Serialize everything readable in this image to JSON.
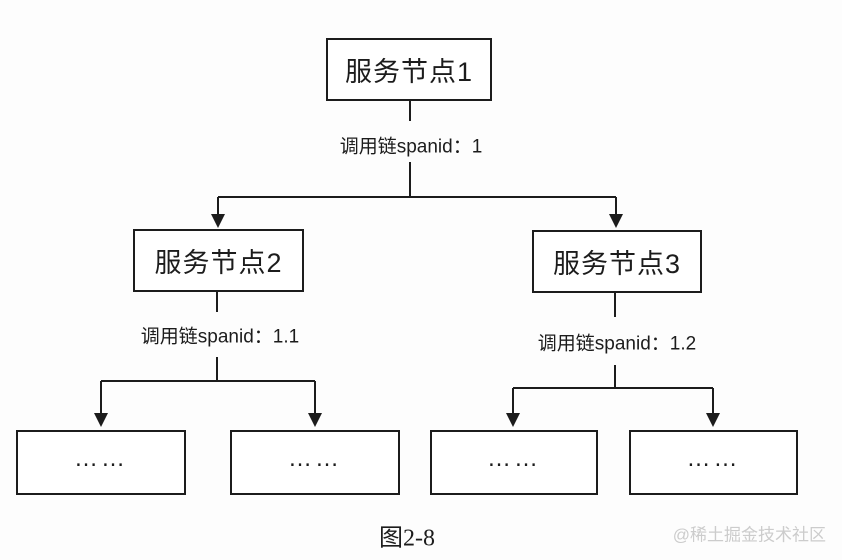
{
  "diagram": {
    "caption": "图2-8",
    "watermark": "@稀土掘金技术社区",
    "nodes": [
      {
        "id": "service-node-1",
        "label": "服务节点1"
      },
      {
        "id": "service-node-2",
        "label": "服务节点2"
      },
      {
        "id": "service-node-3",
        "label": "服务节点3"
      },
      {
        "id": "leaf-1",
        "label": "……"
      },
      {
        "id": "leaf-2",
        "label": "……"
      },
      {
        "id": "leaf-3",
        "label": "……"
      },
      {
        "id": "leaf-4",
        "label": "……"
      }
    ],
    "edge_labels": [
      {
        "text": "调用链spanid：1"
      },
      {
        "text": "调用链spanid：1.1"
      },
      {
        "text": "调用链spanid：1.2"
      }
    ],
    "colors": {
      "line": "#1c1c1c",
      "text": "#1c1c1c",
      "background": "#fdfdfd",
      "watermark": "#cccccc"
    }
  }
}
